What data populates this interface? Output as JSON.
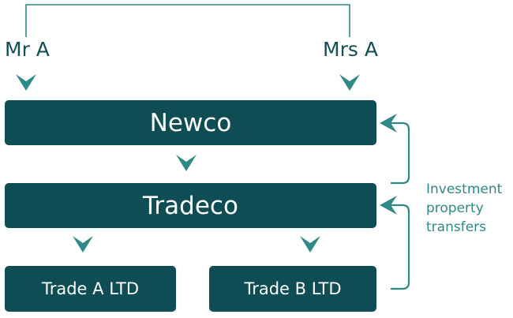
{
  "people": {
    "left": "Mr A",
    "right": "Mrs A"
  },
  "companies": {
    "top": "Newco",
    "middle": "Tradeco",
    "sub_left": "Trade A LTD",
    "sub_right": "Trade B LTD"
  },
  "transfer_note": [
    "Investment",
    "property",
    "transfers"
  ],
  "colors": {
    "box": "#0e4d53",
    "arrow": "#2e8a85",
    "connector": "#2e8a85",
    "box_text": "#ffffff",
    "person_text": "#0f4f55"
  }
}
